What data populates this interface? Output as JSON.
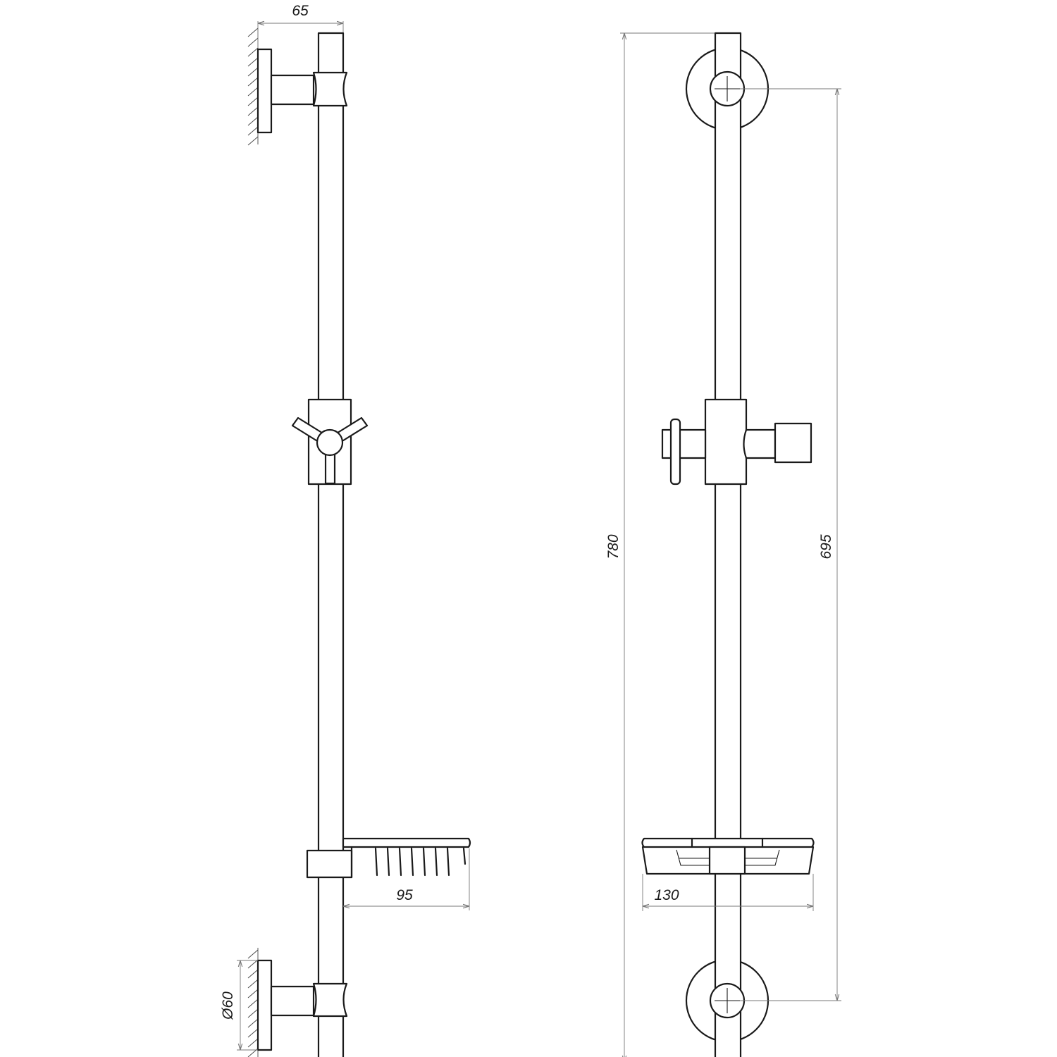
{
  "dimensions": {
    "wall_offset": "65",
    "basket_depth": "95",
    "flange_diameter": "Ø60",
    "total_height": "780",
    "mount_spacing": "695",
    "basket_width": "130"
  },
  "colors": {
    "line": "#1a1a1a",
    "dimension_line": "#777777",
    "background": "#ffffff"
  }
}
